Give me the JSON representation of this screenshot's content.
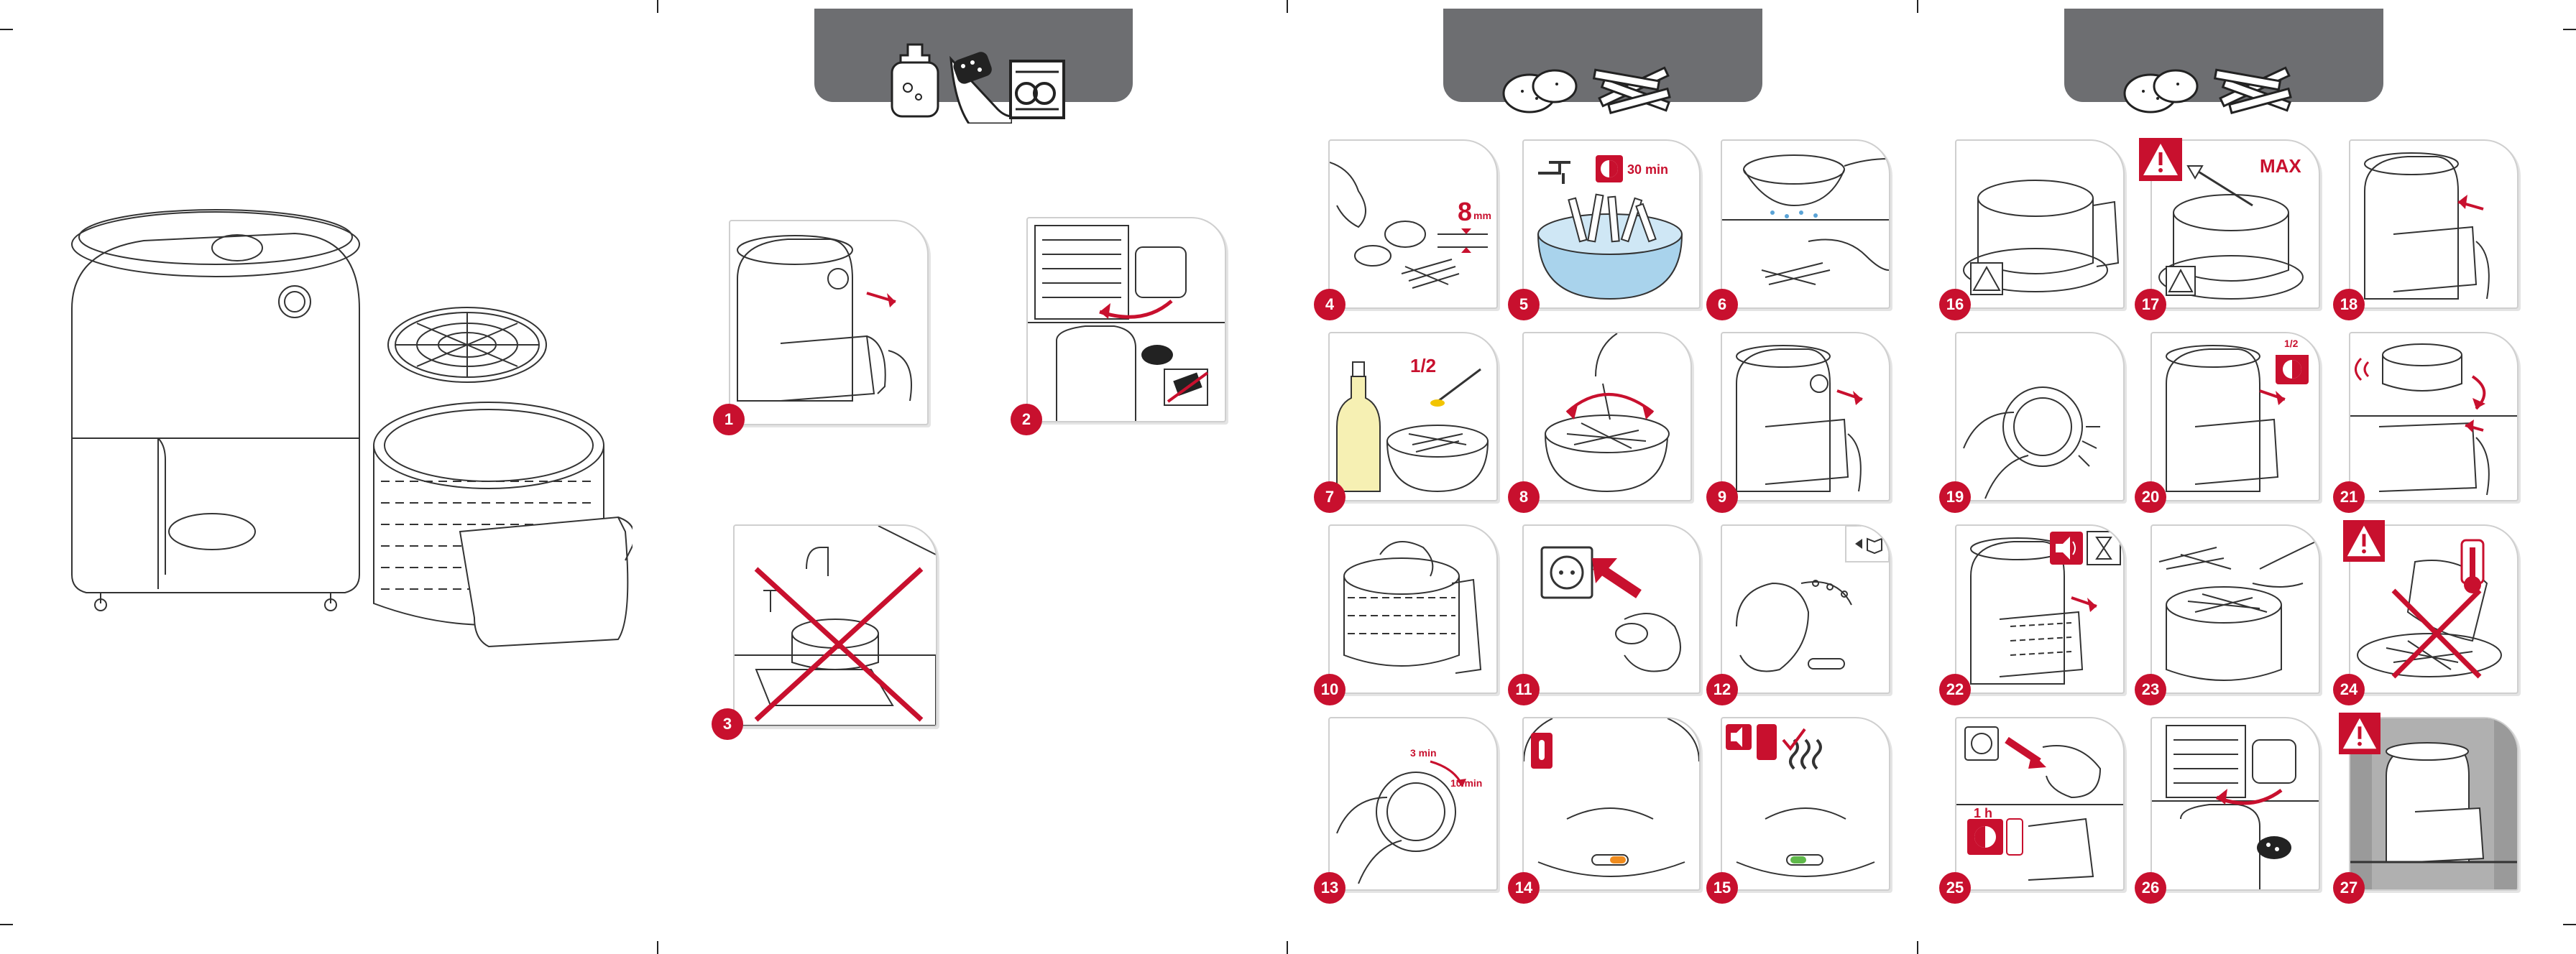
{
  "colors": {
    "accent": "#c8102e",
    "tab": "#6d6e71",
    "line": "#333333"
  },
  "steps": {
    "s1": "1",
    "s2": "2",
    "s3": "3",
    "s4": "4",
    "s5": "5",
    "s6": "6",
    "s7": "7",
    "s8": "8",
    "s9": "9",
    "s10": "10",
    "s11": "11",
    "s12": "12",
    "s13": "13",
    "s14": "14",
    "s15": "15",
    "s16": "16",
    "s17": "17",
    "s18": "18",
    "s19": "19",
    "s20": "20",
    "s21": "21",
    "s22": "22",
    "s23": "23",
    "s24": "24",
    "s25": "25",
    "s26": "26",
    "s27": "27"
  },
  "labels": {
    "cut_size": "8",
    "cut_unit": "mm",
    "soak_time": "30 min",
    "oil_amount": "1/2",
    "max_label": "MAX",
    "half_label": "1/2",
    "min3": "3 min",
    "min10": "10 min",
    "hour1": "1 h"
  },
  "icons": {
    "cleaning": [
      "dish-soap-icon",
      "sponge-icon",
      "dishwasher-icon"
    ],
    "food": [
      "potato-icon",
      "fries-icon"
    ],
    "warning": "warning-triangle-icon",
    "thermometer": "thermometer-icon",
    "sound": "sound-icon",
    "hourglass": "hourglass-icon",
    "timer": "timer-icon",
    "book": "manual-icon"
  }
}
